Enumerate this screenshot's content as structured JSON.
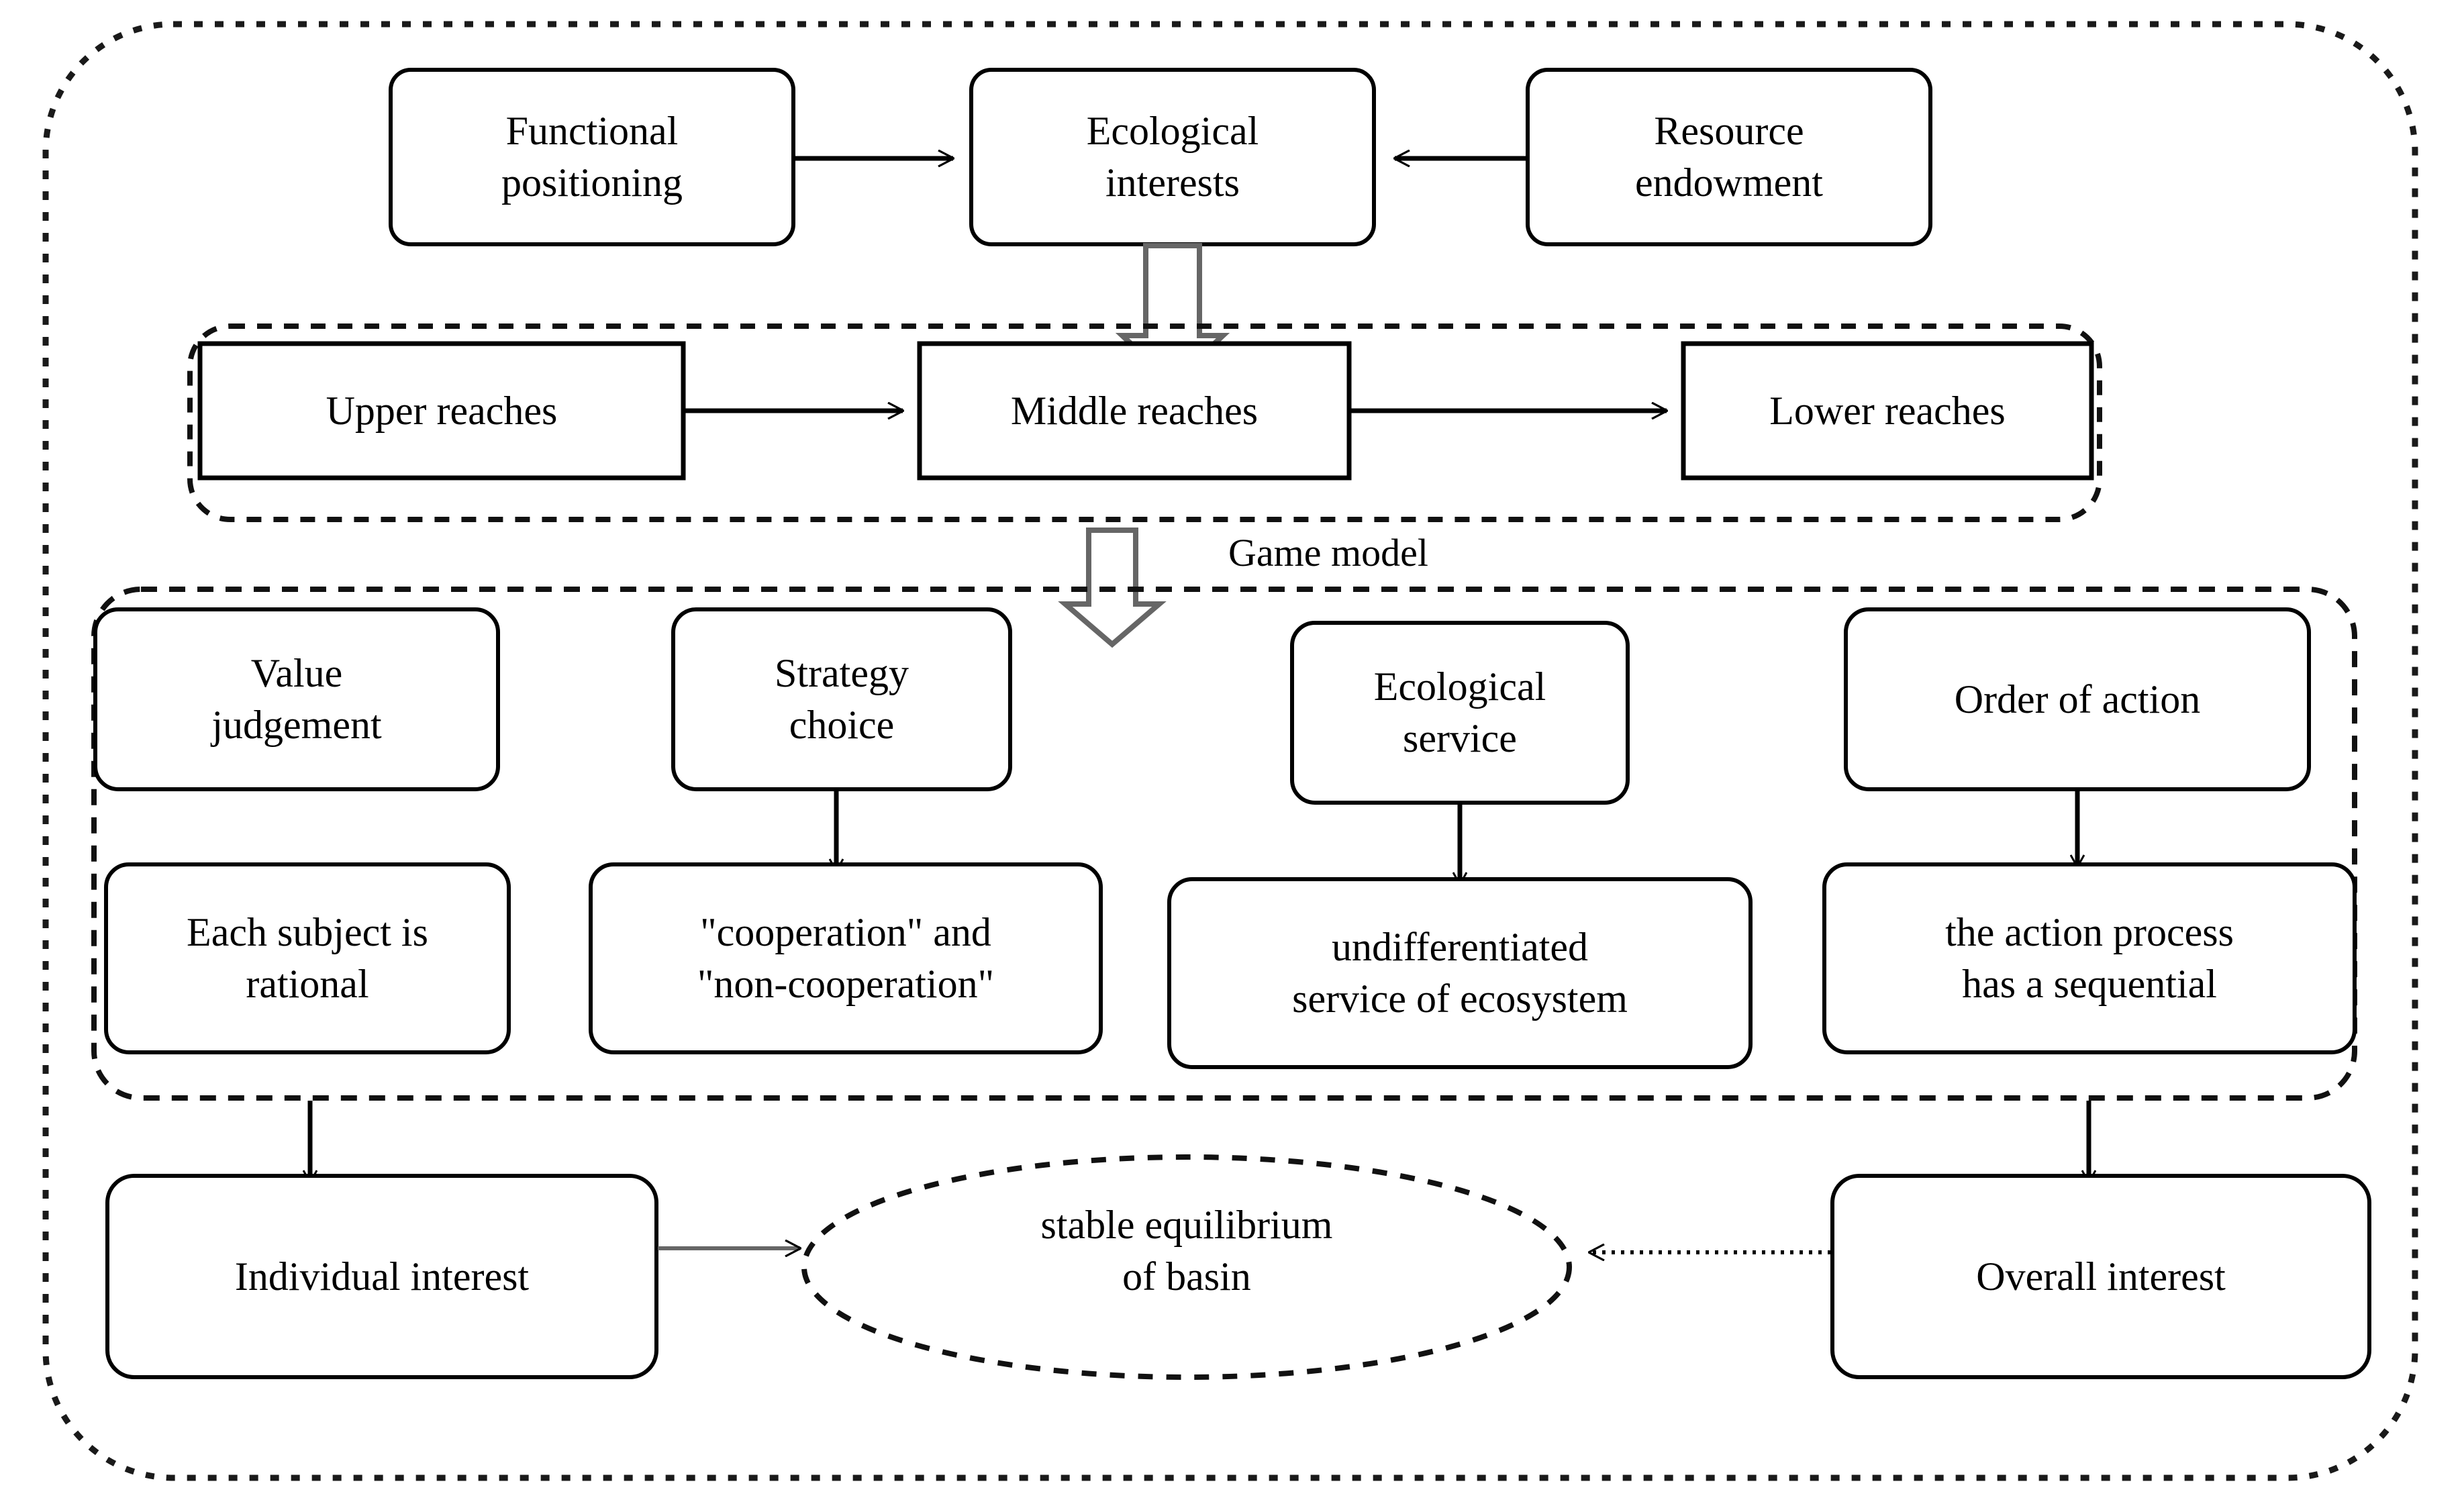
{
  "diagram": {
    "title_label": "Game model",
    "outer_container_name": "basin-ecological-compensation-framework",
    "colors": {
      "stroke": "#000000",
      "fill": "#ffffff",
      "arrow_gray": "#7f7f7f"
    },
    "nodes": {
      "functional_positioning": "Functional\npositioning",
      "ecological_interests": "Ecological\ninterests",
      "resource_endowment": "Resource\nendowment",
      "upper_reaches": "Upper reaches",
      "middle_reaches": "Middle reaches",
      "lower_reaches": "Lower reaches",
      "value_judgement": "Value\njudgement",
      "strategy_choice": "Strategy\nchoice",
      "ecological_service": "Ecological\nservice",
      "order_of_action": "Order of action",
      "each_subject_is_rational": "Each subject is\nrational",
      "cooperation_and_non_cooperation": "\"cooperation\" and\n\"non-cooperation\"",
      "undifferentiated_service_of_ecosystem": "undifferentiated\nservice of ecosystem",
      "the_action_process_has_a_sequential": "the action process\nhas a sequential",
      "individual_interest": "Individual interest",
      "stable_equilibrium_of_basin": "stable equilibrium\nof basin",
      "overall_interest": "Overall interest"
    },
    "edges": [
      {
        "from": "functional_positioning",
        "to": "ecological_interests",
        "style": "solid-arrow"
      },
      {
        "from": "resource_endowment",
        "to": "ecological_interests",
        "style": "solid-arrow"
      },
      {
        "from": "ecological_interests",
        "to": "middle_reaches",
        "style": "block-arrow"
      },
      {
        "from": "upper_reaches",
        "to": "middle_reaches",
        "style": "solid-arrow"
      },
      {
        "from": "middle_reaches",
        "to": "lower_reaches",
        "style": "solid-arrow"
      },
      {
        "from": "reaches_group",
        "to": "game_model_group",
        "style": "block-arrow"
      },
      {
        "from": "strategy_choice",
        "to": "cooperation_and_non_cooperation",
        "style": "solid-arrow"
      },
      {
        "from": "ecological_service",
        "to": "undifferentiated_service_of_ecosystem",
        "style": "solid-arrow"
      },
      {
        "from": "order_of_action",
        "to": "the_action_process_has_a_sequential",
        "style": "solid-arrow"
      },
      {
        "from": "each_subject_is_rational",
        "to": "individual_interest",
        "style": "solid-arrow"
      },
      {
        "from": "the_action_process_has_a_sequential",
        "to": "overall_interest",
        "style": "solid-arrow"
      },
      {
        "from": "individual_interest",
        "to": "stable_equilibrium_of_basin",
        "style": "solid-arrow"
      },
      {
        "from": "overall_interest",
        "to": "stable_equilibrium_of_basin",
        "style": "dotted-arrow"
      }
    ]
  }
}
